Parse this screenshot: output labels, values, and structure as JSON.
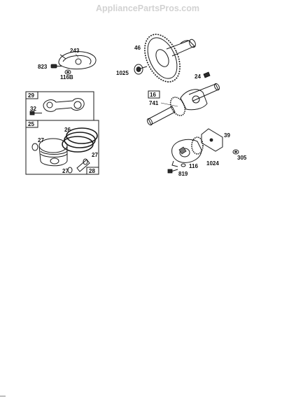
{
  "watermark": "AppliancePartsPros.com",
  "callouts": {
    "c243": "243",
    "c823": "823",
    "c116b": "116B",
    "c46": "46",
    "c1025": "1025",
    "c24": "24",
    "c16": "16",
    "c741": "741",
    "c29": "29",
    "c32": "32",
    "c25": "25",
    "c26": "26",
    "c27a": "27",
    "c27b": "27",
    "c27c": "27",
    "c28": "28",
    "c39": "39",
    "c305": "305",
    "c116": "116",
    "c1024": "1024",
    "c819": "819"
  }
}
